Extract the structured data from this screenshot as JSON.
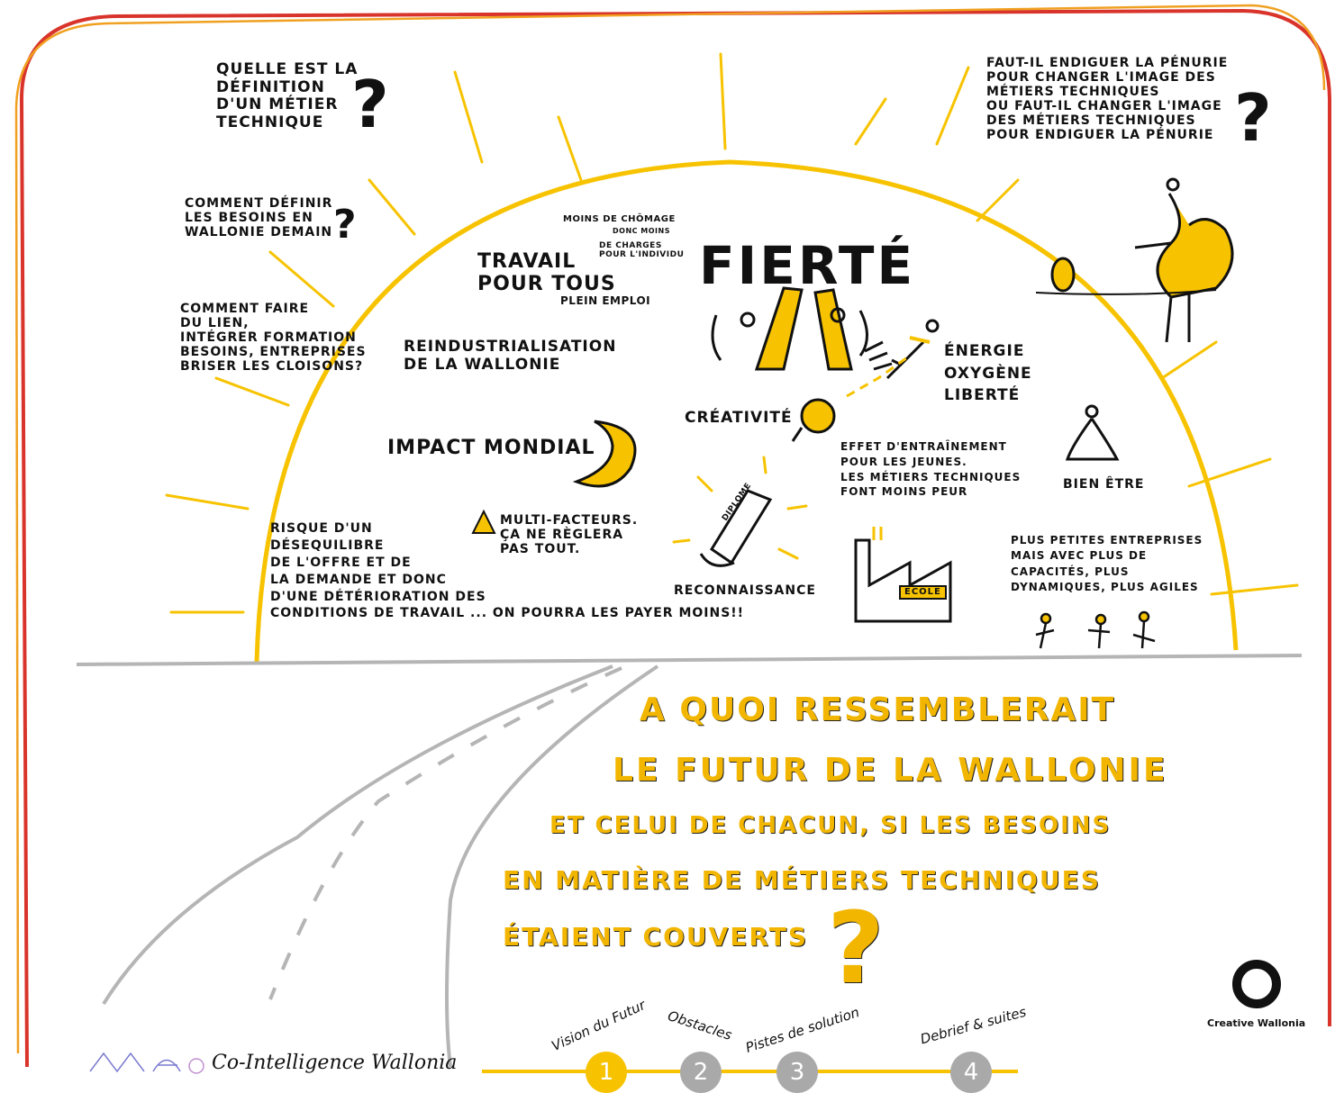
{
  "questions": {
    "q1": "QUELLE EST LA\nDÉFINITION\nD'UN MÉTIER\nTECHNIQUE",
    "q2": "COMMENT DÉFINIR\nLES BESOINS EN\nWALLONIE DEMAIN",
    "q3": "COMMENT FAIRE\nDU LIEN,\nINTÉGRER FORMATION\nBESOINS, ENTREPRISES\nBRISER LES CLOISONS?",
    "q4": "FAUT-IL ENDIGUER LA PÉNURIE\nPOUR CHANGER L'IMAGE DES\nMÉTIERS TECHNIQUES\nOU FAUT-IL CHANGER L'IMAGE\nDES MÉTIERS TECHNIQUES\nPOUR ENDIGUER LA PÉNURIE",
    "qmark": "?"
  },
  "dome": {
    "moins_chomage": "MOINS DE CHÔMAGE",
    "donc_moins": "DONC MOINS",
    "de_charges": "DE CHARGES\nPOUR L'INDIVIDU",
    "travail": "TRAVAIL\nPOUR TOUS",
    "plein_emploi": "PLEIN EMPLOI",
    "fierte": "FIERTÉ",
    "reindus": "REINDUSTRIALISATION\nDE LA WALLONIE",
    "energie": "ÉNERGIE\nOXYGÈNE\nLIBERTÉ",
    "creativite": "CRÉATIVITÉ",
    "impact": "IMPACT MONDIAL",
    "effet": "EFFET D'ENTRAÎNEMENT\nPOUR LES JEUNES.\nLES MÉTIERS TECHNIQUES\nFONT MOINS PEUR",
    "bien_etre": "BIEN ÊTRE",
    "risque": "RISQUE D'UN\nDÉSEQUILIBRE\nDE L'OFFRE ET DE\nLA DEMANDE ET DONC\nD'UNE DÉTÉRIORATION DES\nCONDITIONS DE TRAVAIL ... ON POURRA LES PAYER MOINS!!",
    "multi": "MULTI-FACTEURS.\nÇA NE RÈGLERA\nPAS TOUT.",
    "diplome": "DIPLOME",
    "reconnaissance": "RECONNAISSANCE",
    "ecole": "ECOLE",
    "petites": "PLUS PETITES ENTREPRISES\nMAIS AVEC PLUS DE\nCAPACITÉS, PLUS\nDYNAMIQUES, PLUS AGILES"
  },
  "central": {
    "line1": "A QUOI RESSEMBLERAIT",
    "line2": "LE FUTUR DE LA WALLONIE",
    "line3": "ET CELUI DE CHACUN, SI LES BESOINS",
    "line4": "EN MATIÈRE DE MÉTIERS TECHNIQUES",
    "line5": "ÉTAIENT COUVERTS",
    "qmark": "?"
  },
  "steps": [
    {
      "num": "1",
      "label": "Vision du Futur"
    },
    {
      "num": "2",
      "label": "Obstacles"
    },
    {
      "num": "3",
      "label": "Pistes de solution"
    },
    {
      "num": "4",
      "label": "Debrief & suites"
    }
  ],
  "branding": {
    "co_intelligence": "Co-Intelligence Wallonia",
    "creative_wallonia": "Creative Wallonia"
  },
  "colors": {
    "accent_yellow": "#f7c300",
    "frame_red": "#d9342b",
    "frame_orange": "#f0a020",
    "road_gray": "#b5b5b5",
    "step_gray": "#a9a9a9"
  }
}
